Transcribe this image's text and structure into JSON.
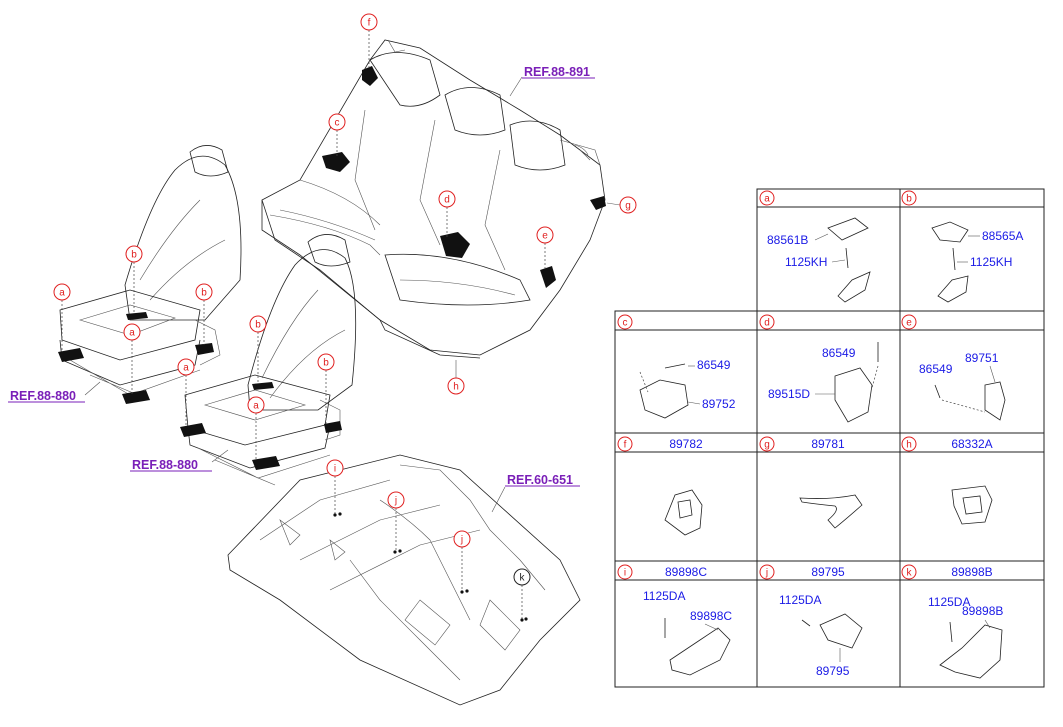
{
  "references": {
    "rear_seat": "REF.88-891",
    "driver_seat": "REF.88-880",
    "passenger_seat": "REF.88-880",
    "floor": "REF.60-651"
  },
  "callouts": {
    "f": "f",
    "c": "c",
    "d": "d",
    "e": "e",
    "g": "g",
    "h": "h",
    "a1": "a",
    "b1": "b",
    "b2": "b",
    "a2": "a",
    "a3": "a",
    "b3": "b",
    "b4": "b",
    "a4": "a",
    "i": "i",
    "j1": "j",
    "j2": "j",
    "k": "k"
  },
  "panels": {
    "a": {
      "letter": "a",
      "parts": [
        "88561B",
        "1125KH"
      ]
    },
    "b": {
      "letter": "b",
      "parts": [
        "88565A",
        "1125KH"
      ]
    },
    "c": {
      "letter": "c",
      "parts": [
        "86549",
        "89752"
      ]
    },
    "d": {
      "letter": "d",
      "parts": [
        "86549",
        "89515D"
      ]
    },
    "e": {
      "letter": "e",
      "parts": [
        "86549",
        "89751"
      ]
    },
    "f": {
      "letter": "f",
      "header": "89782"
    },
    "g": {
      "letter": "g",
      "header": "89781"
    },
    "h": {
      "letter": "h",
      "header": "68332A"
    },
    "i": {
      "letter": "i",
      "header": "89898C",
      "parts": [
        "1125DA",
        "89898C"
      ]
    },
    "j": {
      "letter": "j",
      "header": "89795",
      "parts": [
        "1125DA",
        "89795"
      ]
    },
    "k": {
      "letter": "k",
      "header": "89898B",
      "parts": [
        "1125DA",
        "89898B"
      ]
    }
  },
  "colors": {
    "callout": "#e02020",
    "part_number": "#1a1ae6",
    "reference": "#7a1fb8",
    "line": "#222222"
  }
}
